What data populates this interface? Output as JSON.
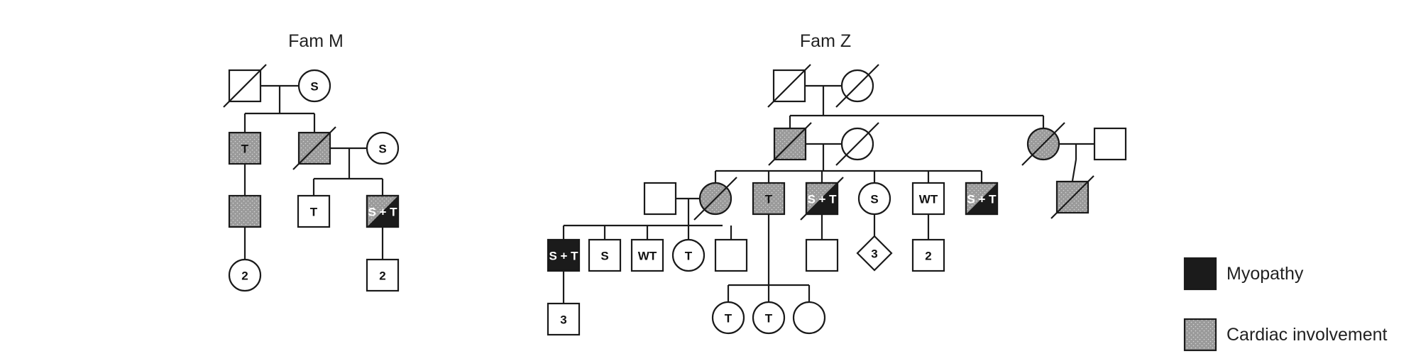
{
  "families": [
    {
      "title": "Fam M",
      "individuals": [
        {
          "id": "m1",
          "sex": "male",
          "status": "none",
          "deceased": true,
          "label": ""
        },
        {
          "id": "m2",
          "sex": "female",
          "status": "none",
          "deceased": false,
          "label": "S"
        },
        {
          "id": "m3",
          "sex": "male",
          "status": "cardiac",
          "deceased": false,
          "label": "T"
        },
        {
          "id": "m4",
          "sex": "male",
          "status": "cardiac",
          "deceased": true,
          "label": ""
        },
        {
          "id": "m5",
          "sex": "female",
          "status": "none",
          "deceased": false,
          "label": "S"
        },
        {
          "id": "m6",
          "sex": "male",
          "status": "cardiac",
          "deceased": false,
          "label": ""
        },
        {
          "id": "m7",
          "sex": "male",
          "status": "none",
          "deceased": false,
          "label": "T"
        },
        {
          "id": "m8",
          "sex": "male",
          "status": "both",
          "deceased": false,
          "label": "S + T"
        },
        {
          "id": "m9",
          "sex": "female",
          "status": "none",
          "deceased": false,
          "label": "2"
        },
        {
          "id": "m10",
          "sex": "male",
          "status": "none",
          "deceased": false,
          "label": "2"
        }
      ]
    },
    {
      "title": "Fam Z",
      "individuals": [
        {
          "id": "z1",
          "sex": "male",
          "status": "none",
          "deceased": true,
          "label": ""
        },
        {
          "id": "z2",
          "sex": "female",
          "status": "none",
          "deceased": true,
          "label": ""
        },
        {
          "id": "z3",
          "sex": "male",
          "status": "cardiac",
          "deceased": true,
          "label": ""
        },
        {
          "id": "z4",
          "sex": "female",
          "status": "none",
          "deceased": true,
          "label": ""
        },
        {
          "id": "z5",
          "sex": "female",
          "status": "cardiac",
          "deceased": true,
          "label": ""
        },
        {
          "id": "z6",
          "sex": "male",
          "status": "none",
          "deceased": false,
          "label": ""
        },
        {
          "id": "z7",
          "sex": "male",
          "status": "none",
          "deceased": false,
          "label": ""
        },
        {
          "id": "z8",
          "sex": "female",
          "status": "cardiac",
          "deceased": true,
          "label": ""
        },
        {
          "id": "z9",
          "sex": "male",
          "status": "cardiac",
          "deceased": false,
          "label": "T"
        },
        {
          "id": "z10",
          "sex": "male",
          "status": "both",
          "deceased": true,
          "label": "S + T"
        },
        {
          "id": "z11",
          "sex": "female",
          "status": "none",
          "deceased": false,
          "label": "S"
        },
        {
          "id": "z12",
          "sex": "male",
          "status": "none",
          "deceased": false,
          "label": "WT"
        },
        {
          "id": "z13",
          "sex": "male",
          "status": "both",
          "deceased": false,
          "label": "S + T"
        },
        {
          "id": "z14",
          "sex": "male",
          "status": "cardiac",
          "deceased": true,
          "label": ""
        },
        {
          "id": "z15",
          "sex": "male",
          "status": "myopathy",
          "deceased": false,
          "label": "S + T"
        },
        {
          "id": "z16",
          "sex": "male",
          "status": "none",
          "deceased": false,
          "label": "S"
        },
        {
          "id": "z17",
          "sex": "male",
          "status": "none",
          "deceased": false,
          "label": "WT"
        },
        {
          "id": "z18",
          "sex": "female",
          "status": "none",
          "deceased": false,
          "label": "T"
        },
        {
          "id": "z19",
          "sex": "male",
          "status": "none",
          "deceased": false,
          "label": ""
        },
        {
          "id": "z20",
          "sex": "male",
          "status": "none",
          "deceased": false,
          "label": ""
        },
        {
          "id": "z21",
          "sex": "unknown",
          "status": "none",
          "deceased": false,
          "label": "3"
        },
        {
          "id": "z22",
          "sex": "male",
          "status": "none",
          "deceased": false,
          "label": "2"
        },
        {
          "id": "z23",
          "sex": "male",
          "status": "none",
          "deceased": false,
          "label": "3"
        },
        {
          "id": "z24",
          "sex": "female",
          "status": "none",
          "deceased": false,
          "label": "T"
        },
        {
          "id": "z25",
          "sex": "female",
          "status": "none",
          "deceased": false,
          "label": "T"
        },
        {
          "id": "z26",
          "sex": "female",
          "status": "none",
          "deceased": false,
          "label": ""
        }
      ]
    }
  ],
  "legend": [
    {
      "status": "myopathy",
      "label": "Myopathy"
    },
    {
      "status": "cardiac",
      "label": "Cardiac involvement"
    }
  ],
  "colors": {
    "myopathy": "#1b1b1b",
    "cardiac": "#9a9a9a",
    "line": "#1a1a1a",
    "background": "#ffffff"
  }
}
